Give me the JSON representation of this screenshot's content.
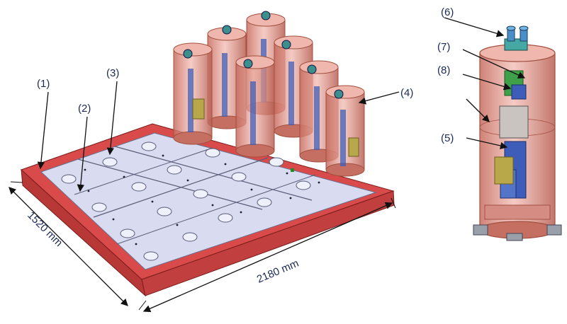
{
  "callouts": {
    "c1": "(1)",
    "c2": "(2)",
    "c3": "(3)",
    "c4": "(4)",
    "c5": "(5)",
    "c6": "(6)",
    "c7": "(7)",
    "c8": "(8)"
  },
  "dimensions": {
    "width": "1520 mm",
    "length": "2180 mm"
  },
  "colors": {
    "frame": "#d94a4a",
    "plate": "#d9dbf0",
    "cylinder_fill": "#e8a39a",
    "cylinder_stroke": "#a2503f",
    "component_blue": "#3d5db8",
    "label": "#1a2a55"
  }
}
